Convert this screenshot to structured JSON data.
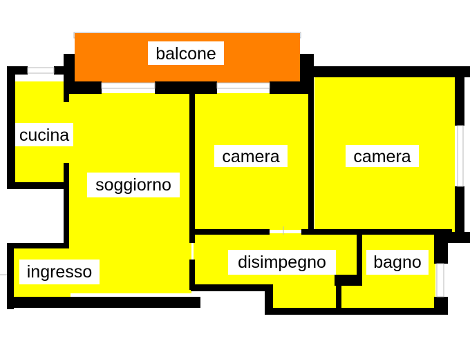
{
  "title": "",
  "colors": {
    "room_fill": "#ffff00",
    "balcony_fill": "#ff8000",
    "wall": "#000000",
    "label_bg": "#ffffff",
    "window_line": "#b8b8b8"
  },
  "rooms": {
    "balcone": "balcone",
    "cucina": "cucina",
    "soggiorno": "soggiorno",
    "camera_1": "camera",
    "camera_2": "camera",
    "disimpegno": "disimpegno",
    "bagno": "bagno",
    "ingresso": "ingresso"
  }
}
